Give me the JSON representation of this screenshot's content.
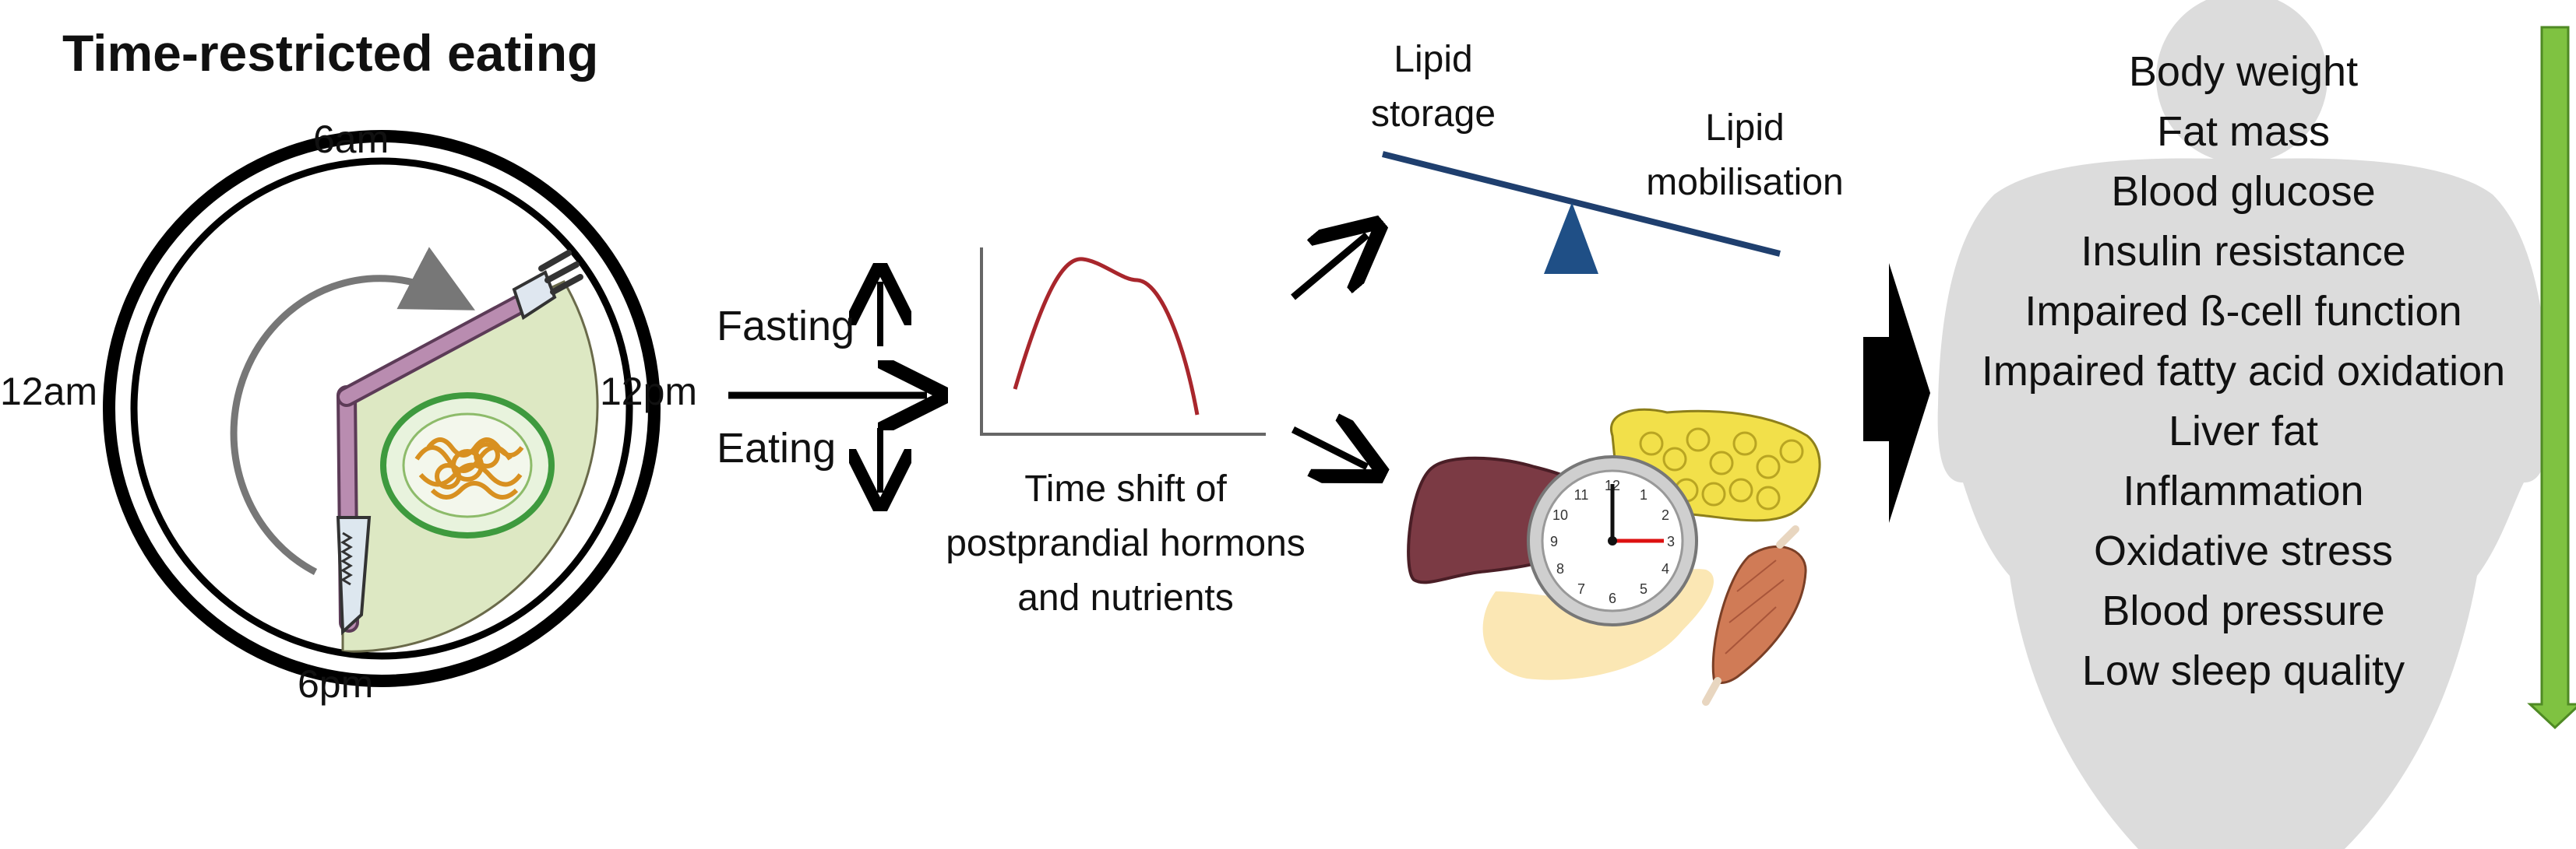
{
  "title": "Time-restricted eating",
  "clock": {
    "labels": {
      "top": "6am",
      "right": "12pm",
      "bottom": "6pm",
      "left": "12am"
    }
  },
  "states": {
    "fasting": "Fasting",
    "eating": "Eating"
  },
  "hormone_caption": [
    "Time shift of",
    "postprandial hormons",
    "and nutrients"
  ],
  "balance": {
    "left": [
      "Lipid",
      "storage"
    ],
    "right": [
      "Lipid",
      "mobilisation"
    ]
  },
  "outcomes": [
    "Body weight",
    "Fat mass",
    "Blood glucose",
    "Insulin resistance",
    "Impaired ß-cell function",
    "Impaired fatty acid oxidation",
    "Liver fat",
    "Inflammation",
    "Oxidative stress",
    "Blood pressure",
    "Low sleep quality"
  ],
  "colors": {
    "plate_fill": "#dde8c3",
    "utensil": "#a97a9f",
    "curve": "#a8262c",
    "seesaw": "#1f3f6e",
    "silhouette": "#dcdcdc",
    "down_arrow": "#7fc241",
    "liver": "#7b3a44",
    "fat": "#f2e04a",
    "muscle": "#d07b56",
    "pancreas": "#fbe7b4"
  },
  "icons": [
    "clock-plate-icon",
    "fork-icon",
    "knife-icon",
    "pasta-plate-icon",
    "organ-clock-icon",
    "liver-icon",
    "adipose-icon",
    "muscle-icon",
    "pancreas-icon",
    "person-silhouette-icon",
    "seesaw-icon"
  ]
}
